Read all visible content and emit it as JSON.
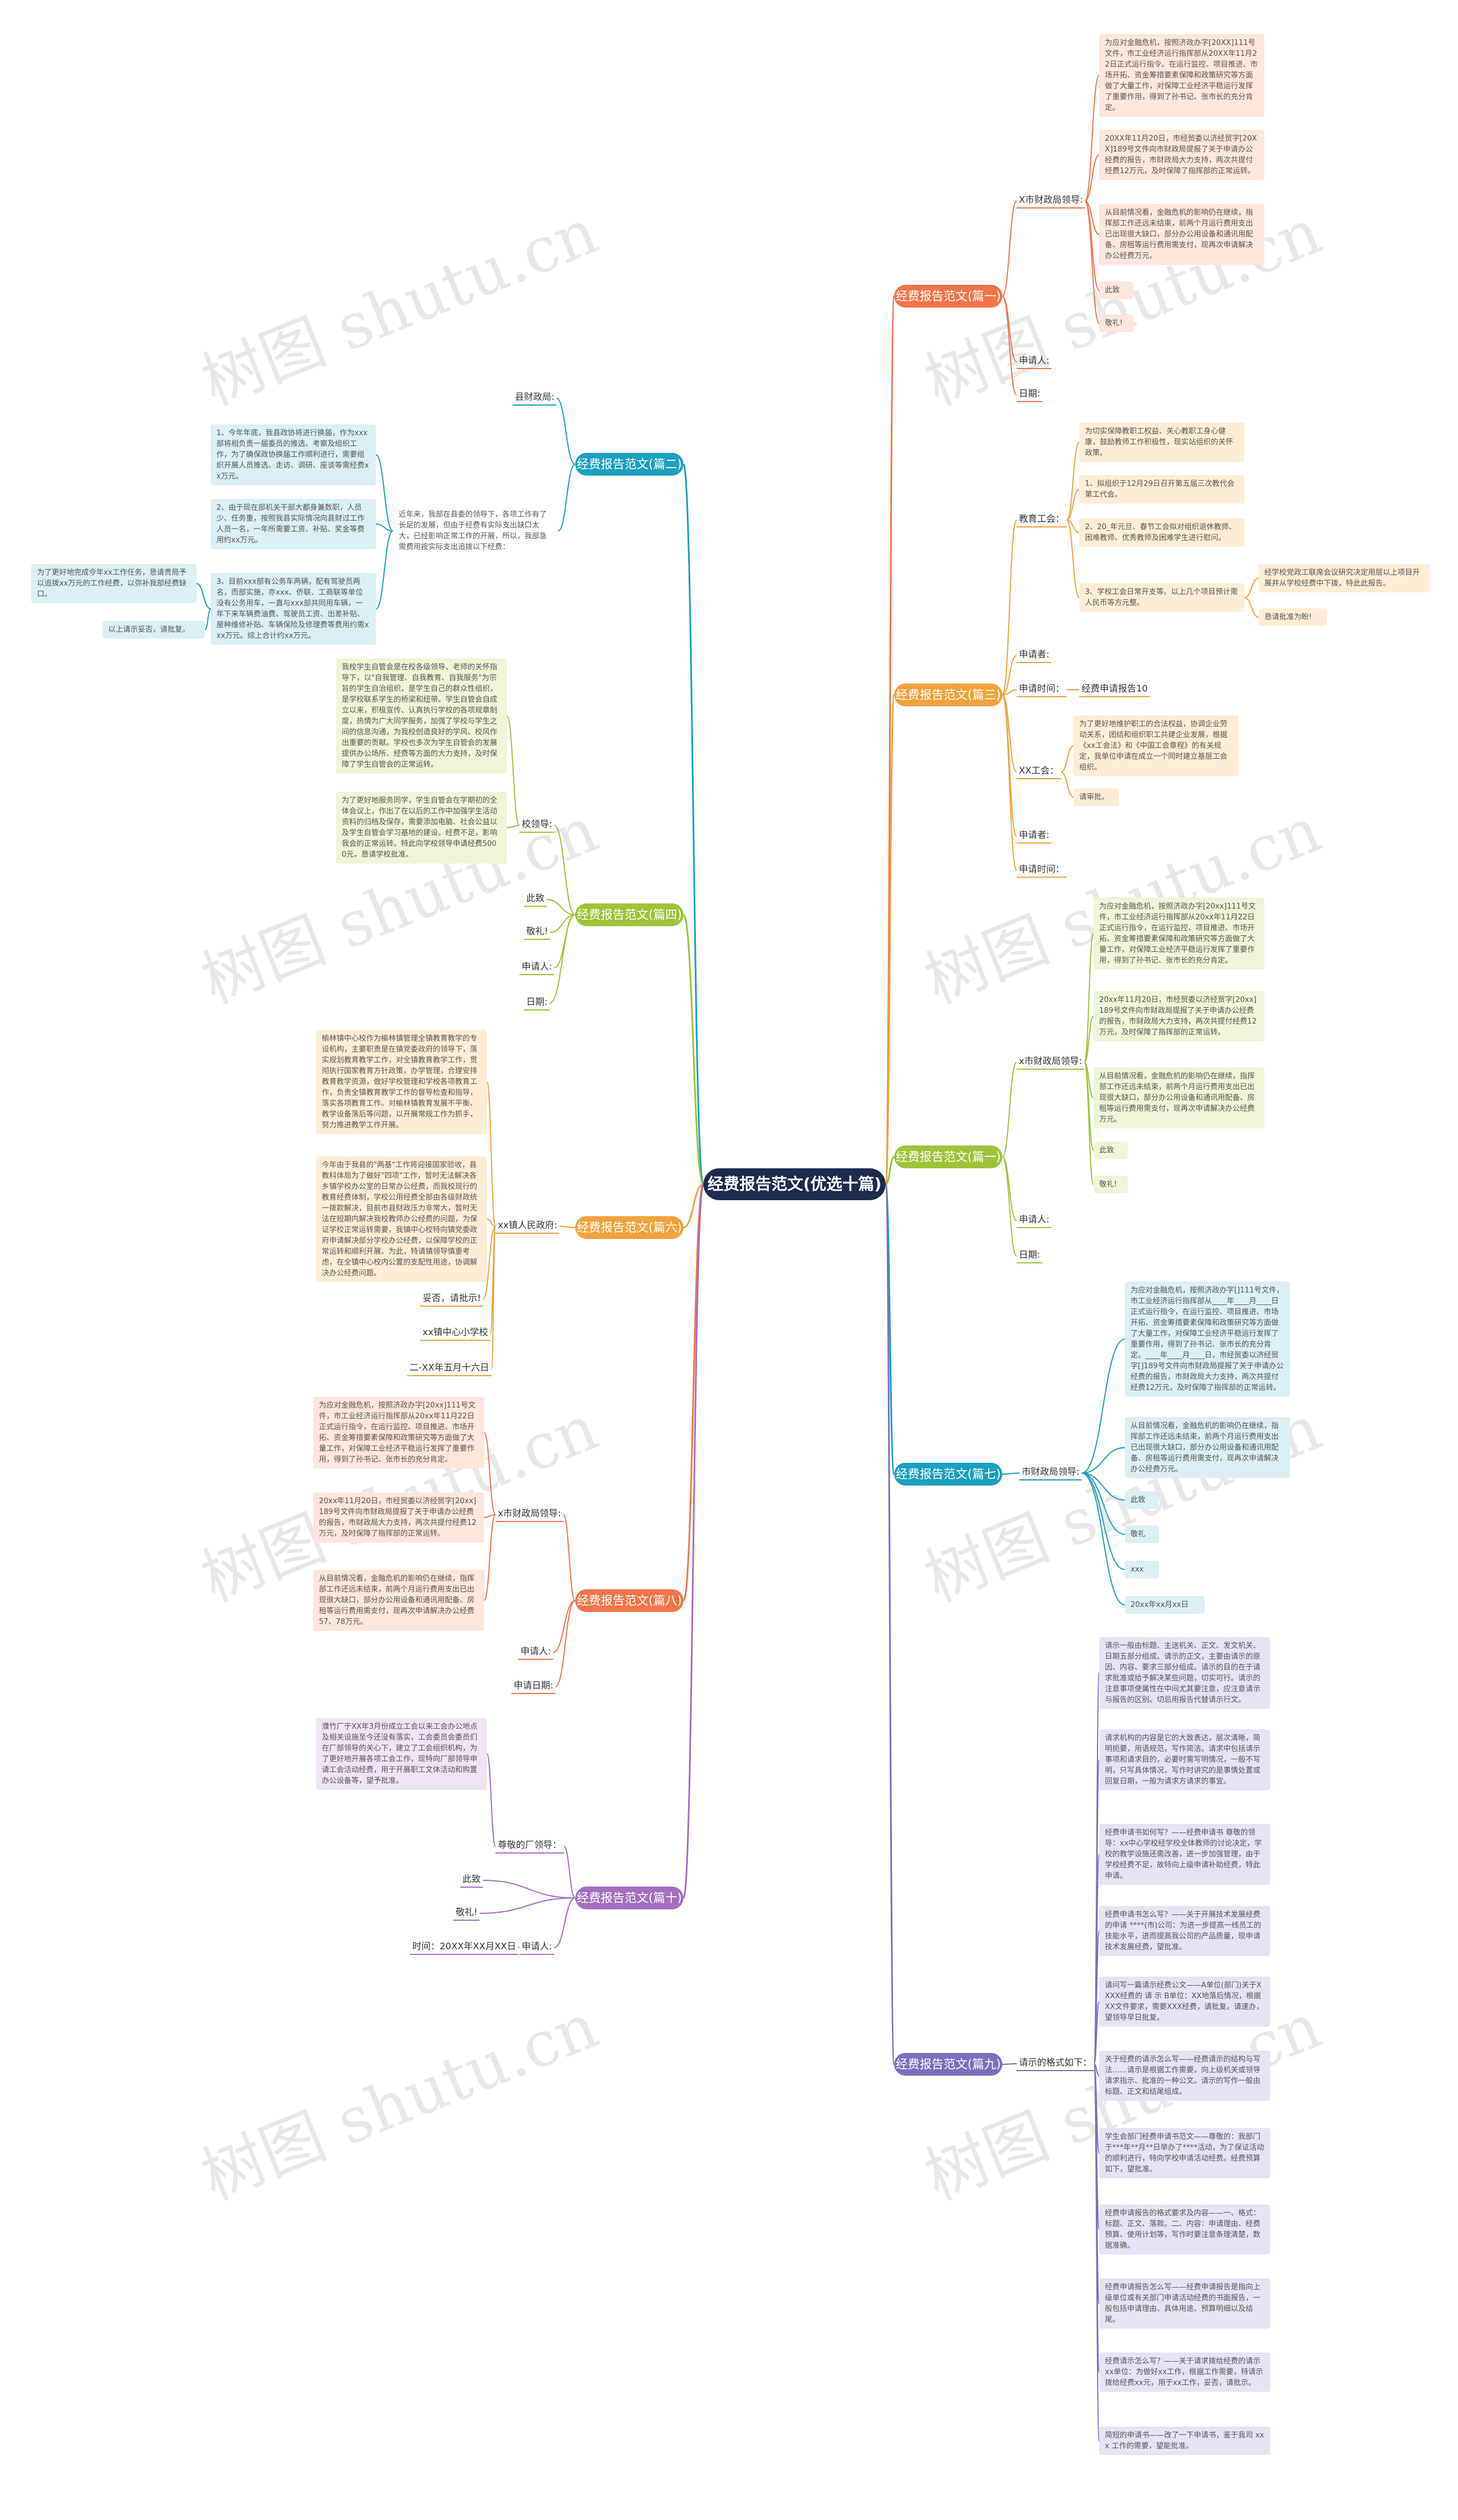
{
  "title": "经费报告范文(优选十篇)",
  "watermark": "树图 shutu.cn",
  "colors": {
    "root": "#1e2a4e",
    "b1": "#f2754b",
    "b2": "#1c9fbf",
    "b3": "#f0a23c",
    "b4": "#9dc33a",
    "b5": "#9dc33a",
    "b6": "#f0a23c",
    "b7": "#1c9fbf",
    "b8": "#f2754b",
    "b9": "#7b6fbf",
    "b10": "#a36fbf"
  },
  "branches": {
    "b1": {
      "label": "经费报告范文(篇一)",
      "s1": "X市财政局领导:",
      "s2": "申请人:",
      "s3": "日期:",
      "p1": "为应对金融危机，按照济政办字[20XX]111号文件，市工业经济运行指挥部从20XX年11月22日正式运行指令。在运行监控、项目推进、市场开拓、资金筹措要素保障和政策研究等方面做了大量工作，对保障工业经济平稳运行发挥了重要作用，得到了孙书记、张市长的充分肯定。",
      "p2": "20XX年11月20日，市经贸委以济经贸字[20XX]189号文件向市财政局提报了关于申请办公经费的报告，市财政局大力支持，两次共提付经费12万元，及时保障了指挥部的正常运转。",
      "p3": "从目前情况看，金融危机的影响仍在继续，指挥部工作还远未结束，前两个月运行费用支出已出现很大缺口，部分办公用设备和通讯用配备、房租等运行费用需支付，现再次申请解决办公经费万元。",
      "p4": "此致",
      "p5": "敬礼!"
    },
    "b2": {
      "label": "经费报告范文(篇二)",
      "s1": "县财政局:",
      "p1": "近年来，我部在县委的领导下，各项工作有了长足的发展，但由于经费有实际支出缺口太大，已经影响正常工作的开展，所以，我部急需费用按实际支出追拨以下经费：",
      "p2": "1、今年年底，我县政协将进行换届，作为xxx部将相负责一届委员的推选、考察及组织工作，为了确保政协换届工作顺利进行，需要组织开展人员推选、走访、调研、座谈等需经费xx万元。",
      "p3": "2、由于现在部机关干部大都身兼数职，人员少、任务重，按照我县实际情况向县财过工作人员一名，一年所需要工资、补贴、奖金等费用约xx万元。",
      "p4": "3、目前xxx部有公务车两辆，配有驾驶员两名，而部实施，亦xxx、侨联、工商联等单位没有公务用车，一直与xxx部共同用车辆，一年下来车辆费油费、驾驶员工资、出差补贴、屋种维修补贴、车辆保险及修理费等费用约需xxx万元。综上合计约xx万元。",
      "p5": "为了更好地完成今年xx工作任务，恳请贵局予以追拨xx万元的工作经费，以弥补我部经费缺口。",
      "p6": "以上请示妥否，请批复。"
    },
    "b3": {
      "label": "经费报告范文(篇三)",
      "s1": "教育工会：",
      "s2": "申请者:",
      "s3": "申请时间：",
      "s3v": "经费申请报告10",
      "s4": "XX工会：",
      "s5": "申请者:",
      "s6": "申请时间：",
      "p1": "为切实保障教职工权益、关心教职工身心健康，鼓励教师工作积极性，现实站组织的关怀政策。",
      "p2": "1、拟组织于12月29日召开第五届三次教代会第工代会。",
      "p3": "2、20_年元旦、春节工会拟对组织退休教师、困难教师、优秀教师及困难学生进行慰问。",
      "p4": "3、学校工会日常开支等。以上几个项目预计需人民币等方元整。",
      "p5": "经学校党政工联席会议研究决定用层以上项目开展并从学校经费中下拨，特此此报告。",
      "p6": "恳请批准为盼!",
      "p7": "为了更好地维护职工的合法权益，协调企业劳动关系，团结和组织职工共建企业发展，根据《xx工会法》和《中国工会章程》的有关规定，我单位申请在成立一个同时建立基层工会组织。",
      "p8": "请审批。"
    },
    "b4": {
      "label": "经费报告范文(篇四)",
      "s1": "校领导:",
      "s2": "此致",
      "s3": "敬礼!",
      "s4": "申请人:",
      "s5": "日期:",
      "p1": "我校学生自管会是在校各级领导、老师的关怀指导下，以\"自我管理、自我教育、自我服务\"为宗旨的学生自治组织，是学生自己的群众性组织，是学校联系学生的桥梁和纽带。学生自管会自成立以来，积极宣传、认真执行学校的各项规章制度，热情为广大同学服务，加强了学校与学生之间的信息沟通，为我校创造良好的学风、校风作出重要的贡献。学校也多次为学生自管会的发展提供办公场所、经费等方面的大力支持，及时保障了学生自管会的正常运转。",
      "p2": "为了更好地服务同学，学生自管会在学期初的全体会议上，作出了在以后的工作中加强学生活动资料的归档及保存，需要添加电脑、社会公益以及学生自管会学习基地的建设。经费不足，影响我会的正常运转。特此向学校领导申请经费5000元，恳请学校批准。"
    },
    "b6": {
      "label": "经费报告范文(篇六)",
      "s1": "xx镇人民政府:",
      "s2": "妥否，请批示!",
      "s3": "xx镇中心小学校",
      "s4": "二-XX年五月十六日",
      "p1": "榆林镇中心校作为榆林镇管理全镇教育教学的专设机构，主要职责是在镇党委政府的领导下，落实规划教育教学工作，对全镇教育教学工作，贯彻执行国家教育方针政策，办学管理，合理安排教育教学资源，做好学校管理和学校各项教育工作，负责全镇教育教学工作的督导检查和指导，落实各项教育工作。对榆林镇教育发展不平衡、教学设备落后等问题，以开展常规工作为抓手，努力推进教学工作开展。",
      "p2": "今年由于我县的\"两基\"工作将迎接国家验收，县教科体局为了做好\"四项\"工作，暂时无法解决各乡镇学校办公室的日常办公经费，而我校现行的教育经费体制，学校公用经费全部由各级财政统一拨款解决，目前市县财政压力非常大，暂时无法在短期内解决我校教师办公经费的问题，为保证学校正常运转需要，我镇中心校特向镇党委政府申请解决部分学校办公经费，以保障学校的正常运转和顺利开展。为此，特请镇领导慎重考虑，在全镇中心校内公置的支配性用途，协调解决办公经费问题。"
    },
    "b7": {
      "label": "经费报告范文(篇七)",
      "s1": "市财政局领导:",
      "p1": "为应对金融危机，按照济政办字[]111号文件，市工业经济运行指挥部从____年____月____日正式运行指令，在运行监控、项目推进、市场开拓、资金筹措要素保障和政策研究等方面做了大量工作，对保障工业经济平稳运行发挥了重要作用，得到了孙书记、张市长的充分肯定。____年____月____日，市经贸委以济经贸字[]189号文件向市财政局提报了关于申请办公经费的报告，市财政局大力支持，两次共提付经费12万元，及时保障了指挥部的正常运转。",
      "p2": "从目前情况看，金融危机的影响仍在继续，指挥部工作还远未结束，前两个月运行费用支出已出现很大缺口，部分办公用设备和通讯用配备、房租等运行费用需支付，现再次申请解决办公经费万元。",
      "p3": "此致",
      "p4": "敬礼",
      "p5": "xxx",
      "p6": "20xx年xx月xx日"
    },
    "b8": {
      "label": "经费报告范文(篇八)",
      "s1": "x市财政局领导:",
      "s2": "申请人:",
      "s3": "申请日期:",
      "p1": "为应对金融危机，按照济政办字[20xx]111号文件，市工业经济运行指挥部从20xx年11月22日正式运行指令，在运行监控、项目推进、市场开拓、资金筹措要素保障和政策研究等方面做了大量工作，对保障工业经济平稳运行发挥了重要作用，得到了孙书记、张市长的充分肯定。",
      "p2": "20xx年11月20日，市经贸委以济经贸字[20xx]189号文件向市财政局提报了关于申请办公经费的报告，市财政局大力支持，两次共提付经费12万元，及时保障了指挥部的正常运转。",
      "p3": "从目前情况看，金融危机的影响仍在继续，指挥部工作还远未结束，前两个月运行费用支出已出现很大缺口，部分办公用设备和通讯用配备、房租等运行费用需支付，现再次申请解决办公经费57、78万元。"
    },
    "b9": {
      "label": "经费报告范文(篇九)",
      "s1": "请示的格式如下：",
      "items": [
        "请示一般由标题、主送机关、正文、发文机关、日期五部分组成。请示的正文，主要由请示的原因、内容、要求三部分组成。请示的目的在于请求批准或给予解决某些问题，切实可行。请示的注意事项使属性在中间尤其要注意，应注意请示与报告的区别。切忌用报告代替请示行文。",
        "请求机构的内容是它的大致表达，层次清晰，简明扼要，用语规范，写作简洁。请求中包括请示事项和请求目的，必要时需写明情况，一般不写明，只写具体情况，写作时讲究的是事情处置或回复日期，一般为请求方请求的事宜。",
        "经费申请书如何写？——经费申请书 尊敬的领导：xx中心学校经学校全体教师的讨论决定，学校的教学设施还需改善，进一步加强管理，由于学校经费不足，故特向上级申请补助经费，特此申请。",
        "经费申请书怎么写？——关于开展技术发展经费的申请 ****(市)公司：为进一步提高一线员工的技能水平，进而提高我公司的产品质量，现申请技术发展经费，望批准。",
        "请问写一篇请示经费公文——A单位(部门)关于XXXX经费的 请 示 B单位：XX地落后情况，根据XX文件要求，需要XXX经费，请批复。请速办，望领导早日批复。",
        "关于经费的请示怎么写——经费请示的结构与写法……请示是根据工作需要，向上级机关或领导请求指示、批准的一种公文。请示的写作一般由标题、正文和结尾组成。",
        "学生会部门经费申请书范文——尊敬的：我部门于***年**月**日举办了****活动，为了保证活动的顺利进行，特向学校申请活动经费。经费预算如下，望批准。",
        "经费申请报告的格式要求及内容——一、格式：标题、正文、落款。二、内容：申请理由、经费预算、使用计划等，写作时要注意条理清楚，数据准确。",
        "经费申请报告怎么写——经费申请报告是指向上级单位或有关部门申请活动经费的书面报告，一般包括申请理由、具体用途、预算明细以及结尾。",
        "经费请示怎么写？——关于请求拨给经费的请示 xx单位：为做好xx工作，根据工作需要，特请示拨给经费xx元，用于xx工作，妥否，请批示。",
        "简短的申请书——改了一下申请书，鉴于我司 xxx 工作的需要，望能批准。"
      ]
    },
    "b10": {
      "label": "经费报告范文(篇十)",
      "s1": "尊敬的厂领导：",
      "s2": "此致",
      "s3": "敬礼!",
      "s4": "申请人:",
      "s5": "时间：20XX年XX月XX日",
      "p1": "濮竹厂于XX年3月份成立工会以来工会办公地点及相关设施至今还没有落实，工会委员会委员们在厂部领导的关心下，建立了工会组织机构，为了更好地开展各项工会工作，现特向厂部领导申请工会活动经费，用于开展职工文体活动和购置办公设备等，望予批准。"
    }
  }
}
